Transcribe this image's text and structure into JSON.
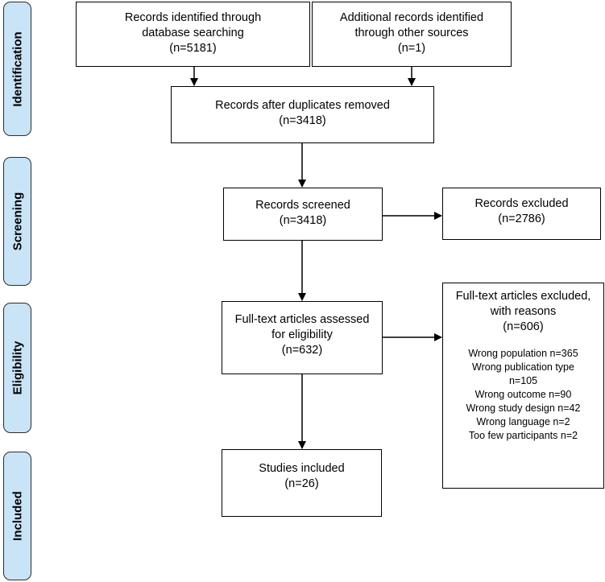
{
  "phases": {
    "identification": "Identification",
    "screening": "Screening",
    "eligibility": "Eligibility",
    "included": "Included"
  },
  "boxes": {
    "database": {
      "line1": "Records identified through",
      "line2": "database searching",
      "count": "(n=5181)"
    },
    "other": {
      "line1": "Additional records identified",
      "line2": "through other sources",
      "count": "(n=1)"
    },
    "deduplicated": {
      "line1": "Records after duplicates removed",
      "count": "(n=3418)"
    },
    "screened": {
      "line1": "Records screened",
      "count": "(n=3418)"
    },
    "excluded": {
      "line1": "Records excluded",
      "count": "(n=2786)"
    },
    "assessed": {
      "line1": "Full-text articles assessed",
      "line2": "for eligibility",
      "count": "(n=632)"
    },
    "fulltext_excluded": {
      "line1": "Full-text articles excluded,",
      "line2": "with reasons",
      "count": "(n=606)",
      "reasons": [
        "Wrong population n=365",
        "Wrong publication type",
        "n=105",
        "Wrong outcome n=90",
        "Wrong study design n=42",
        "Wrong language n=2",
        "Too few participants n=2"
      ]
    },
    "included": {
      "line1": "Studies included",
      "count": "(n=26)"
    }
  }
}
